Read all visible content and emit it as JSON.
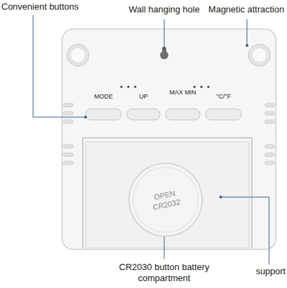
{
  "diagram": {
    "nodes": [
      {
        "text": [
          "OPEN",
          "CR2032"
        ]
      }
    ],
    "labels": [
      "Convenient buttons",
      "Wall hanging hole",
      "Magnetic attraction",
      "MODE",
      "UP",
      "MAX MIN",
      "°C/°F",
      "CR2030 button battery compartment",
      "support"
    ]
  }
}
